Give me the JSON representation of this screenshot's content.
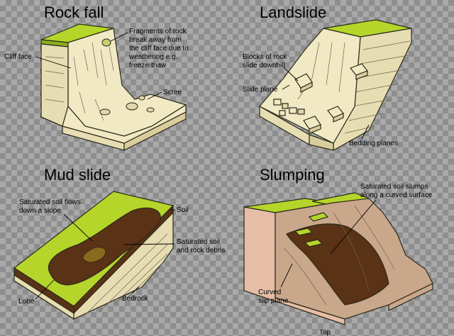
{
  "panels": {
    "rock_fall": {
      "title": "Rock fall",
      "cliff_face": "Cliff face",
      "fragments": [
        "Fragments of rock",
        "break away from",
        "the cliff face due to",
        "weathering e.g.",
        "freeze-thaw"
      ],
      "scree": "Scree"
    },
    "landslide": {
      "title": "Landslide",
      "blocks": [
        "Blocks of rock",
        "slide downhill"
      ],
      "slide_plane": "Slide plane",
      "bedding_planes": "Bedding planes"
    },
    "mud_slide": {
      "title": "Mud slide",
      "saturated_flows": [
        "Saturated soil flows",
        "down a slope"
      ],
      "soil": "Soil",
      "saturated_debris": [
        "Saturated soil",
        "and rock debris"
      ],
      "lobe": "Lobe",
      "bedrock": "Bedrock"
    },
    "slumping": {
      "title": "Slumping",
      "slumps": [
        "Saturated soil slumps",
        "along a curved surface"
      ],
      "curved_slip": [
        "Curved",
        "slip plane"
      ]
    }
  },
  "footer_text": "Top",
  "colors": {
    "grass": "#b5d52b",
    "rock": "#f1e8c4",
    "side": "#e7ddb2",
    "mud": "#5a3216",
    "slump": "#c9a78b",
    "slump_side": "#e6bda6"
  }
}
